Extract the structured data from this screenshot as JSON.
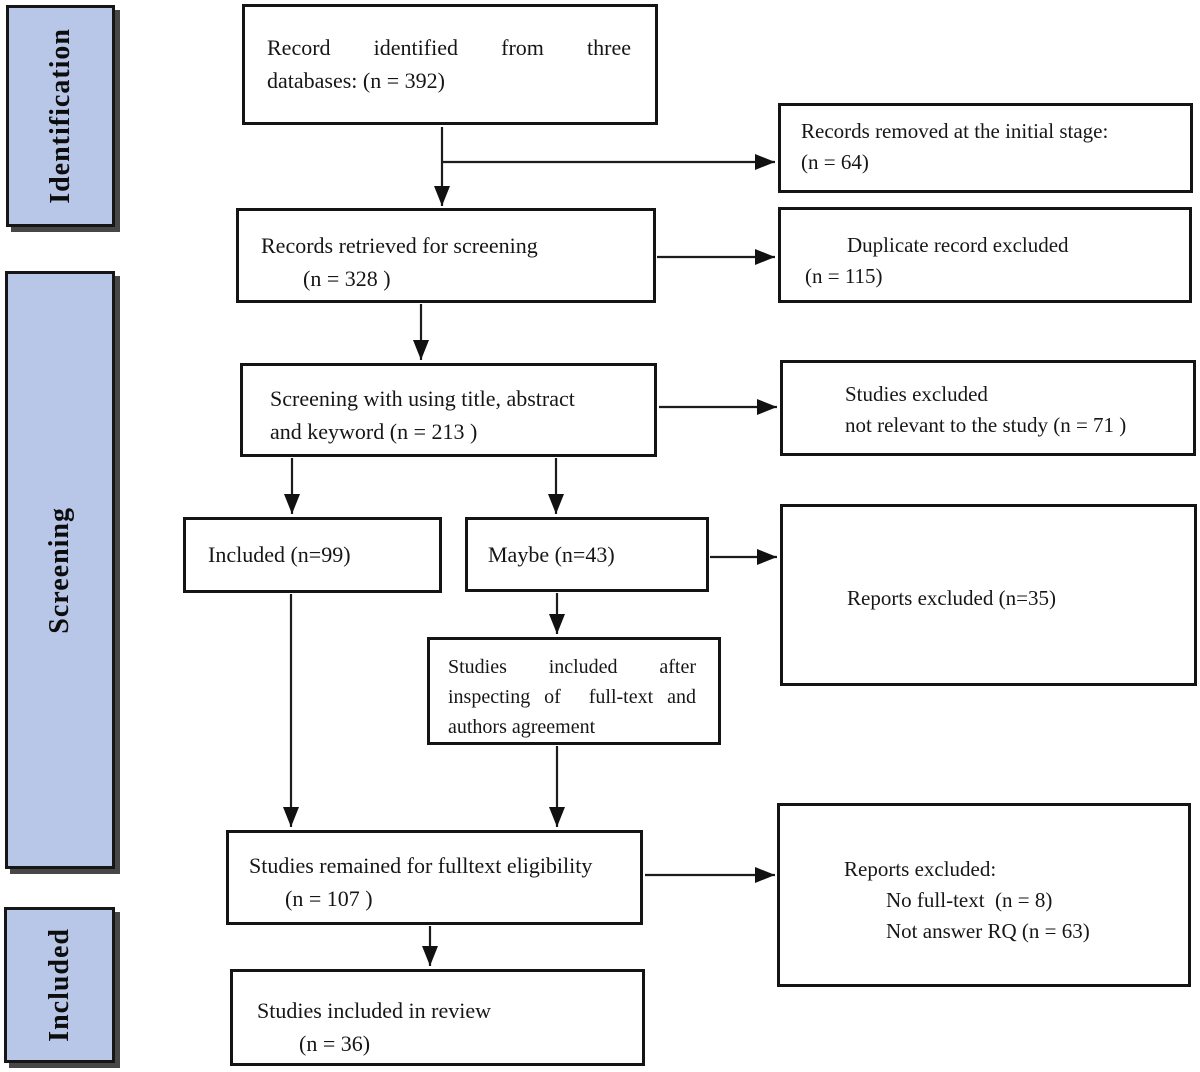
{
  "stages": {
    "identification": "Identification",
    "screening": "Screening",
    "included": "Included"
  },
  "boxes": {
    "records_identified": {
      "lines": [
        "Record identified from three",
        "databases: (n = 392)"
      ]
    },
    "records_retrieved": {
      "lines": [
        "Records retrieved for screening",
        "(n = 328 )"
      ]
    },
    "screening_title": {
      "lines": [
        "Screening with using title, abstract",
        "and keyword (n = 213 )"
      ]
    },
    "included_99": {
      "lines": [
        "Included (n=99)"
      ]
    },
    "maybe_43": {
      "lines": [
        "Maybe (n=43)"
      ]
    },
    "studies_after_fulltext": {
      "lines": [
        "Studies included after",
        "inspecting of  full-text and",
        "authors agreement"
      ]
    },
    "studies_remained": {
      "lines": [
        "Studies remained for fulltext eligibility",
        "(n = 107 )"
      ]
    },
    "studies_in_review": {
      "lines": [
        "Studies included in review",
        "(n = 36)"
      ]
    },
    "records_removed": {
      "lines": [
        "Records removed at the initial stage:",
        "(n = 64)"
      ]
    },
    "duplicates_excluded": {
      "lines": [
        "Duplicate record excluded",
        "(n = 115)"
      ]
    },
    "not_relevant": {
      "lines": [
        "Studies excluded",
        "not relevant to the study (n = 71 )"
      ]
    },
    "reports_excluded_35": {
      "lines": [
        "Reports excluded (n=35)"
      ]
    },
    "reports_excluded_reasons": {
      "lines": [
        "Reports excluded:",
        "No full-text  (n = 8)",
        "Not answer RQ (n = 63)"
      ]
    }
  },
  "colors": {
    "stage_fill": "#b8c7e8",
    "stage_shadow": "#474747",
    "border": "#141414",
    "arrow": "#1c1c1c"
  }
}
